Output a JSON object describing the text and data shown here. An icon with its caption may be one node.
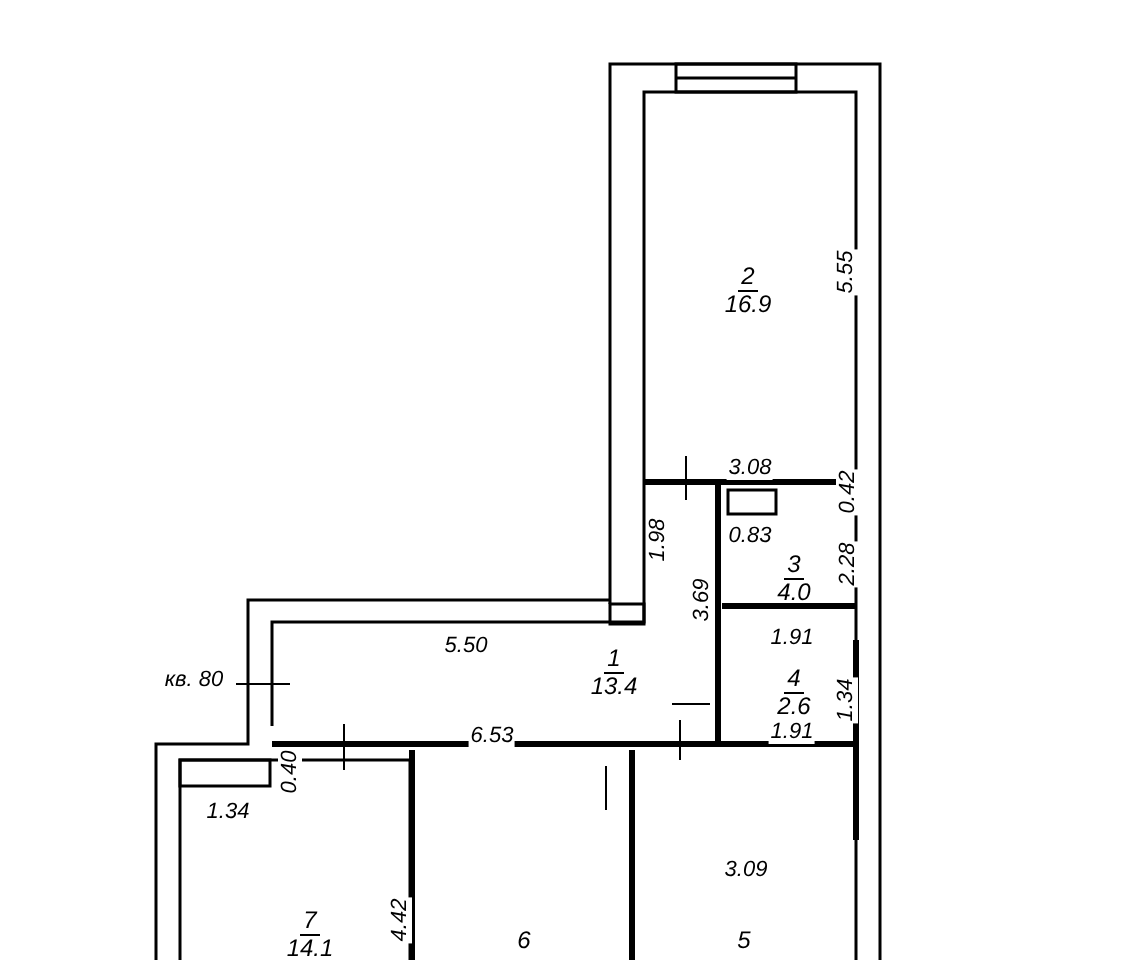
{
  "diagram": {
    "nodes": [
      {
        "text": [
          "2",
          "16.9"
        ]
      },
      {
        "text": [
          "3",
          "4.0"
        ]
      },
      {
        "text": [
          "4",
          "2.6"
        ]
      },
      {
        "text": [
          "1",
          "13.4"
        ]
      },
      {
        "text": [
          "7",
          "14.1"
        ]
      },
      {
        "text": [
          "6"
        ]
      },
      {
        "text": [
          "5"
        ]
      }
    ],
    "edges": [],
    "labels": [
      "5.55",
      "3.08",
      "0.42",
      "0.83",
      "1.98",
      "2.28",
      "3.69",
      "1.91",
      "1.34",
      "1.91",
      "5.50",
      "кв. 80",
      "6.53",
      "0.40",
      "1.34",
      "4.42",
      "3.09"
    ]
  }
}
